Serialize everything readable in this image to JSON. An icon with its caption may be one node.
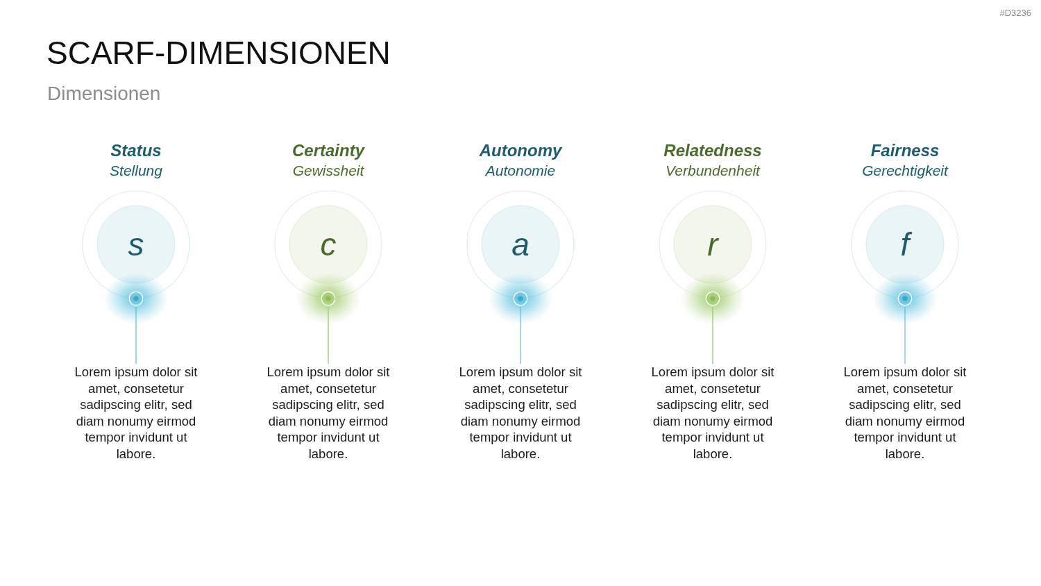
{
  "diagram": {
    "title": "SCARF-DIMENSIONEN",
    "nodes": [
      {
        "text": [
          "s"
        ],
        "beside": [
          "Status",
          "Stellung"
        ]
      },
      {
        "text": [
          "c"
        ],
        "beside": [
          "Certainty",
          "Gewissheit"
        ]
      },
      {
        "text": [
          "a"
        ],
        "beside": [
          "Autonomy",
          "Autonomie"
        ]
      },
      {
        "text": [
          "r"
        ],
        "beside": [
          "Relatedness",
          "Verbundenheit"
        ]
      },
      {
        "text": [
          "f"
        ],
        "beside": [
          "Fairness",
          "Gerechtigkeit"
        ]
      },
      {
        "text": [
          "Lorem ipsum dolor sit amet, consetetur sadipscing elitr, sed diam nonumy eirmod tempor invidunt ut labore."
        ]
      },
      {
        "text": [
          "Lorem ipsum dolor sit amet, consetetur sadipscing elitr, sed diam nonumy eirmod tempor invidunt ut labore."
        ]
      },
      {
        "text": [
          "Lorem ipsum dolor sit amet, consetetur sadipscing elitr, sed diam nonumy eirmod tempor invidunt ut labore."
        ]
      },
      {
        "text": [
          "Lorem ipsum dolor sit amet, consetetur sadipscing elitr, sed diam nonumy eirmod tempor invidunt ut labore."
        ]
      },
      {
        "text": [
          "Lorem ipsum dolor sit amet, consetetur sadipscing elitr, sed diam nonumy eirmod tempor invidunt ut labore."
        ]
      }
    ],
    "edges": [
      {
        "from": 0,
        "to": 5,
        "arrow": "none"
      },
      {
        "from": 1,
        "to": 6,
        "arrow": "none",
        "color": "#abd086"
      },
      {
        "from": 2,
        "to": 7,
        "arrow": "none"
      },
      {
        "from": 3,
        "to": 8,
        "arrow": "none",
        "color": "#abd086"
      },
      {
        "from": 4,
        "to": 9,
        "arrow": "none"
      }
    ],
    "labels": [
      "#D3236",
      "Dimensionen"
    ]
  }
}
